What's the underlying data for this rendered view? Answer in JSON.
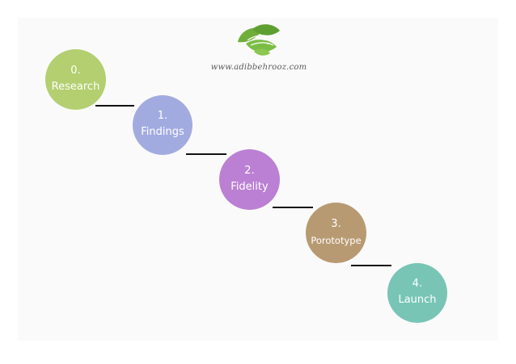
{
  "site": {
    "url": "www.adibbehrooz.com",
    "logo_icon": "leaf-logo-icon"
  },
  "steps": [
    {
      "number": "0.",
      "label": "Research",
      "color": "#b3cf70"
    },
    {
      "number": "1.",
      "label": "Findings",
      "color": "#a2abe0"
    },
    {
      "number": "2.",
      "label": "Fidelity",
      "color": "#bb80d4"
    },
    {
      "number": "3.",
      "label": "Porototype",
      "color": "#b89a72"
    },
    {
      "number": "4.",
      "label": "Launch",
      "color": "#78c5b6"
    }
  ],
  "connector_color": "#111111",
  "background_color": "#fafafa"
}
